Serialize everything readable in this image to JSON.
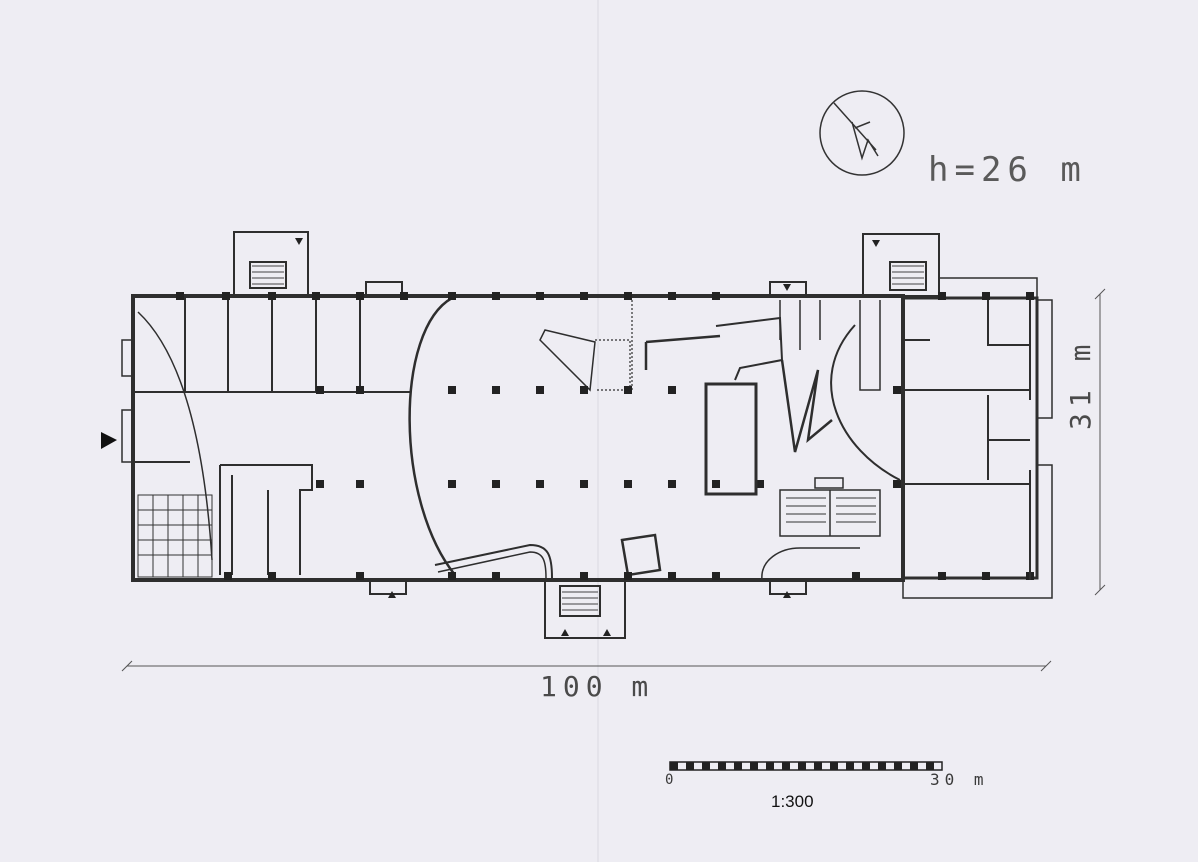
{
  "labels": {
    "height": "h=26 m",
    "width": "100 m",
    "depth": "31 m",
    "scale_start": "0",
    "scale_end": "30 m",
    "scale_ratio": "1:300"
  },
  "icons": {
    "north": "north-arrow-icon",
    "entrance": "entrance-arrow-icon"
  },
  "colors": {
    "paper": "#eeedf3",
    "ink": "#2e2e2e"
  }
}
